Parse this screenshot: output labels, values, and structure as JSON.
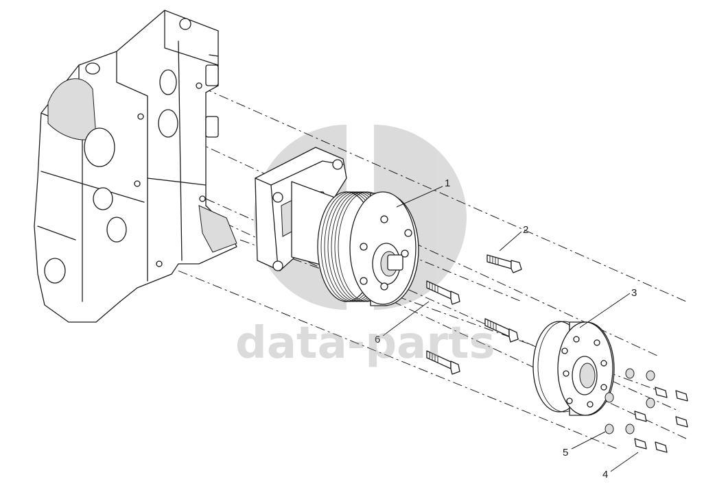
{
  "watermark": {
    "text": "data-parts",
    "color": "#9a9a9a"
  },
  "callouts": [
    {
      "label": "1",
      "part": "water-pump"
    },
    {
      "label": "2",
      "part": "bolt"
    },
    {
      "label": "3",
      "part": "hub"
    },
    {
      "label": "4",
      "part": "bolt"
    },
    {
      "label": "5",
      "part": "washer"
    },
    {
      "label": "6",
      "part": "bolt"
    }
  ]
}
